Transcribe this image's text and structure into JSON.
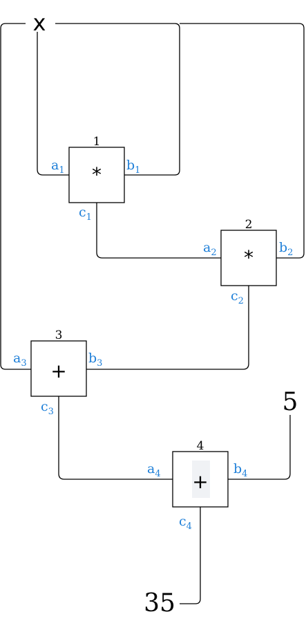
{
  "input": {
    "label": "x"
  },
  "nodes": [
    {
      "id": "1",
      "op": "*",
      "ports": {
        "a": "a",
        "b": "b",
        "c": "c"
      },
      "index": "1"
    },
    {
      "id": "2",
      "op": "*",
      "ports": {
        "a": "a",
        "b": "b",
        "c": "c"
      },
      "index": "2"
    },
    {
      "id": "3",
      "op": "+",
      "ports": {
        "a": "a",
        "b": "b",
        "c": "c"
      },
      "index": "3"
    },
    {
      "id": "4",
      "op": "+",
      "ports": {
        "a": "a",
        "b": "b",
        "c": "c"
      },
      "index": "4"
    }
  ],
  "constant": {
    "value": "5"
  },
  "output": {
    "value": "35"
  },
  "colors": {
    "port_label": "#1e7fd8",
    "line": "#000000"
  }
}
